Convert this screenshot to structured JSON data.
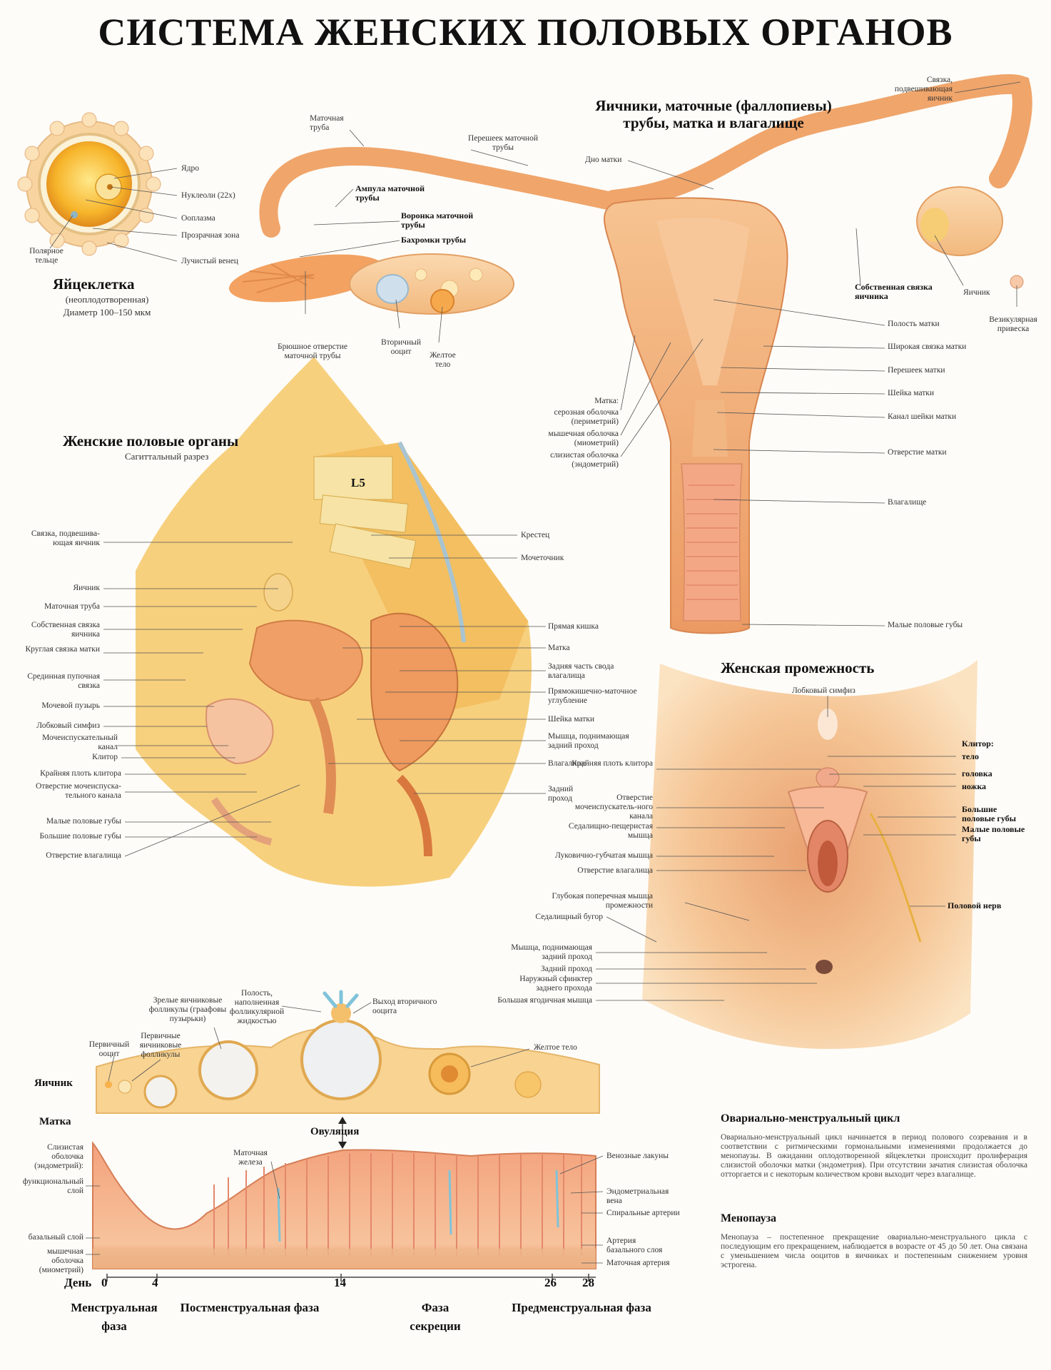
{
  "title": "СИСТЕМА ЖЕНСКИХ ПОЛОВЫХ ОРГАНОВ",
  "egg": {
    "title": "Яйцеклетка",
    "sub1": "(неоплодотворенная)",
    "sub2": "Диаметр 100–150 мкм",
    "labels": [
      "Ядро",
      "Нуклеоли (22х)",
      "Ооплазма",
      "Прозрачная зона",
      "Лучистый венец",
      "Полярное тельце"
    ]
  },
  "uterus": {
    "title1": "Яичники, маточные (фаллопиевы)",
    "title2": "трубы, матка и влагалище",
    "tube": "Маточная труба",
    "isthmus": "Перешеек маточной трубы",
    "fundus": "Дно матки",
    "suspensory": "Связка, подвешивающая яичник",
    "ampulla": "Ампула маточной трубы",
    "infundibulum": "Воронка маточной трубы",
    "fimbriae": "Бахромки трубы",
    "abdominal_opening": "Брюшное отверстие маточной трубы",
    "secondary_oocyte": "Вторичный ооцит",
    "corpus_luteum": "Желтое тело",
    "ovarian_ligament": "Собственная связка яичника",
    "ovary": "Яичник",
    "vesicular_appendage": "Везикулярная привеска",
    "cavity": "Полость матки",
    "broad_ligament": "Широкая связка матки",
    "uterine_isthmus": "Перешеек матки",
    "cervix": "Шейка матки",
    "cervical_canal": "Канал шейки матки",
    "os": "Отверстие матки",
    "vagina": "Влагалище",
    "labia_minora": "Малые половые губы",
    "wall_title": "Матка:",
    "perimetrium": "серозная оболочка (периметрий)",
    "myometrium": "мышечная оболочка (миометрий)",
    "endometrium": "слизистая оболочка (эндометрий)"
  },
  "sagittal": {
    "title": "Женские половые органы",
    "sub": "Сагиттальный разрез",
    "l5": "L5",
    "left_labels": [
      "Связка, подвешива-ющая яичник",
      "Яичник",
      "Маточная труба",
      "Собственная связка яичника",
      "Круглая связка матки",
      "Срединная пупочная связка",
      "Мочевой пузырь",
      "Лобковый симфиз",
      "Мочеиспускательный канал",
      "Клитор",
      "Крайняя плоть клитора",
      "Отверстие мочеиспуска-тельного канала",
      "Малые половые губы",
      "Большие половые губы",
      "Отверстие влагалища"
    ],
    "right_labels": [
      "Крестец",
      "Мочеточник",
      "Прямая кишка",
      "Матка",
      "Задняя часть свода влагалища",
      "Прямокишечно-маточное углубление",
      "Шейка матки",
      "Мышца, поднимающая задний проход",
      "Влагалище",
      "Задний проход"
    ]
  },
  "perineum": {
    "title": "Женская промежность",
    "pubic": "Лобковый симфиз",
    "clitoris": "Клитор:",
    "body": "тело",
    "glans": "головка",
    "crus": "ножка",
    "labia_majora": "Большие половые губы",
    "labia_minora": "Малые половые губы",
    "nerve": "Половой нерв",
    "left_labels": [
      "Крайняя плоть клитора",
      "Отверстие мочеиспускатель-ного канала",
      "Седалищно-пещеристая мышца",
      "Луковично-губчатая мышца",
      "Отверстие влагалища",
      "Глубокая поперечная мышца промежности",
      "Седалищный бугор",
      "Мышца, поднимающая задний проход",
      "Задний проход",
      "Наружный сфинктер заднего прохода",
      "Большая ягодичная мышца"
    ]
  },
  "cycle": {
    "ovary_label": "Яичник",
    "uterus_label": "Матка",
    "ovulation": "Овуляция",
    "primary_oocyte": "Первичный ооцит",
    "primary_follicles": "Первичные яичниковые фолликулы",
    "mature_follicles": "Зрелые яичниковые фолликулы (граафовы пузырьки)",
    "cavity": "Полость, наполненная фолликулярной жидкостью",
    "release": "Выход вторичного ооцита",
    "corpus_luteum": "Желтое тело",
    "left_labels": [
      "Слизистая оболочка (эндометрий):",
      "функциональный слой",
      "базальный слой",
      "мышечная оболочка (миометрий)"
    ],
    "gland": "Маточная железа",
    "right_labels": [
      "Венозные лакуны",
      "Эндометриальная вена",
      "Спиральные артерии",
      "Артерия базального слоя",
      "Маточная артерия"
    ],
    "day_label": "День",
    "days": [
      "0",
      "4",
      "14",
      "26",
      "28"
    ],
    "phases": [
      "Менструальная фаза",
      "Постменструальная фаза",
      "Фаза секреции",
      "Предменструальная фаза"
    ]
  },
  "text": {
    "cycle_title": "Овариально-менструальный цикл",
    "cycle_body": "Овариально-менструальный цикл начинается в период полового созревания и в соответствии с ритмическими гормональными изменениями продолжается до менопаузы. В ожидании оплодотворенной яйцеклетки происходит пролиферация слизистой оболочки матки (эндометрия). При отсутствии зачатия слизистая оболочка отторгается и с некоторым количеством крови выходит через влагалище.",
    "meno_title": "Менопауза",
    "meno_body": "Менопауза – постепенное прекращение овариально-менструального цикла с последующим его прекращением, наблюдается в возрасте от 45 до 50 лет. Она связана с уменьшением числа ооцитов в яичниках и постепенным снижением уровня эстрогена."
  },
  "colors": {
    "flesh": "#f2b27c",
    "tissue": "#e98a56",
    "fat": "#f6d35a",
    "bg": "#fdfcf8"
  }
}
